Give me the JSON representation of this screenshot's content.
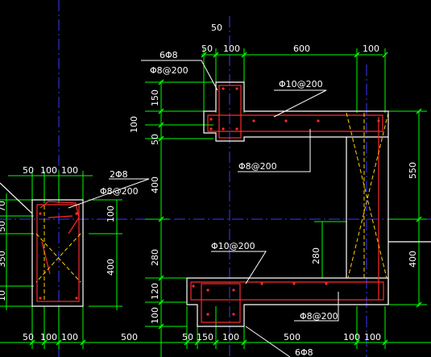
{
  "colors": {
    "background": "#000000",
    "concrete": "#ffffff",
    "rebar": "#ff2a2a",
    "dimension": "#00ff00",
    "axis": "#3a3aff",
    "stirrup": "#ffd400",
    "text": "#ffffff"
  },
  "dims_top": {
    "t50_top": "50",
    "t50": "50",
    "t100a": "100",
    "t600": "600",
    "t100b": "100"
  },
  "dims_bottom": {
    "b50a": "50",
    "b100a": "100",
    "b100b": "100",
    "b500a": "500",
    "b50b": "50",
    "b150": "150",
    "b100c": "100",
    "b500b": "500",
    "b100d": "100",
    "b100e": "100"
  },
  "dims_left_col": {
    "l50": "50",
    "l100a": "100",
    "l100b": "100"
  },
  "dims_vertical": {
    "v150": "150",
    "v100": "100",
    "v50": "50",
    "v400a": "400",
    "v280a": "280",
    "v120": "120",
    "v100b": "100",
    "v550": "550",
    "v400b": "400",
    "v100mid": "100",
    "v400c": "400",
    "v280b": "280",
    "e70": "70",
    "e50": "50",
    "e350": "350",
    "e10": "10"
  },
  "rebar_labels": {
    "top_corner_bars": "6Φ8",
    "top_corner_stirrup": "Φ8@200",
    "top_beam": "Φ10@200",
    "top_beam_stirrup": "Φ8@200",
    "left_bars": "2Φ8",
    "left_stirrup": "Φ8@200",
    "bottom_beam": "Φ10@200",
    "bottom_beam_stirrup": "Φ8@200",
    "bottom_corner_bars": "6Φ8"
  }
}
